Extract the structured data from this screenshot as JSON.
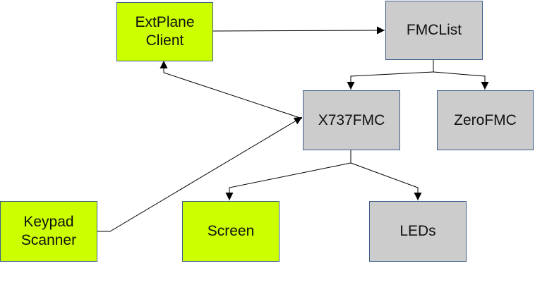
{
  "colors": {
    "component_green": "#ccff00",
    "component_gray": "#cccccc",
    "node_border": "#3c5f8a",
    "connector": "#000000"
  },
  "nodes": {
    "extplane_client": {
      "label": "ExtPlane\nClient",
      "fill": "green"
    },
    "fmclist": {
      "label": "FMCList",
      "fill": "gray"
    },
    "x737fmc": {
      "label": "X737FMC",
      "fill": "gray"
    },
    "zerofmc": {
      "label": "ZeroFMC",
      "fill": "gray"
    },
    "keypad_scanner": {
      "label": "Keypad\nScanner",
      "fill": "green"
    },
    "screen": {
      "label": "Screen",
      "fill": "green"
    },
    "leds": {
      "label": "LEDs",
      "fill": "gray"
    }
  },
  "edges": [
    {
      "from": "ExtPlane Client",
      "to": "FMCList"
    },
    {
      "from": "FMCList",
      "to": "X737FMC"
    },
    {
      "from": "FMCList",
      "to": "ZeroFMC"
    },
    {
      "from": "X737FMC",
      "to": "ExtPlane Client"
    },
    {
      "from": "Keypad Scanner",
      "to": "X737FMC"
    },
    {
      "from": "X737FMC",
      "to": "Screen"
    },
    {
      "from": "X737FMC",
      "to": "LEDs"
    }
  ]
}
